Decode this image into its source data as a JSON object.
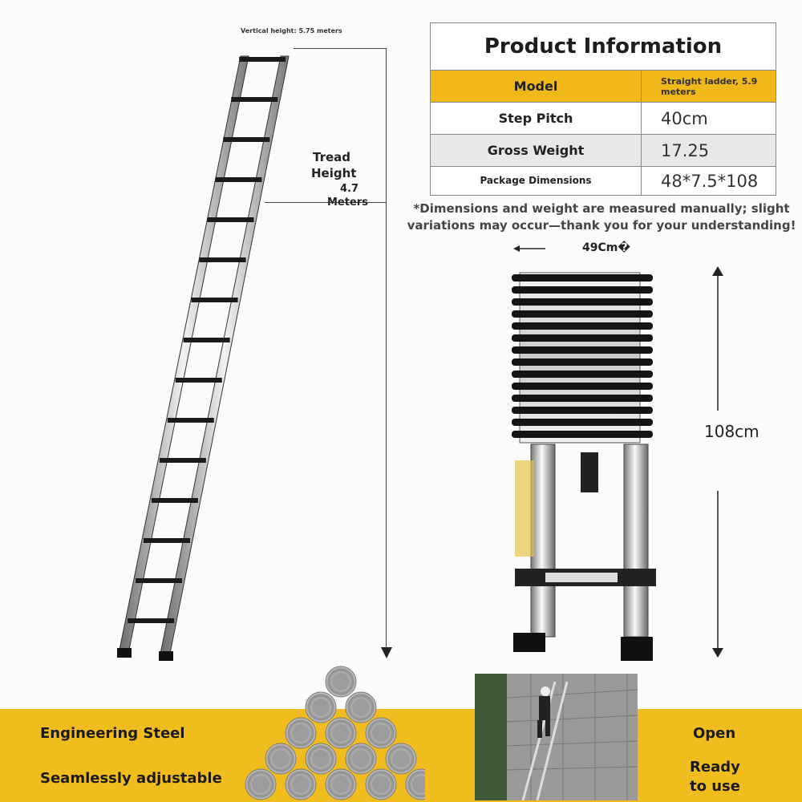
{
  "vertical_height_label": "Vertical height: 5.75 meters",
  "tread_height": {
    "line1": "Tread",
    "line2": "Height",
    "line3": "4.7",
    "line4": "Meters"
  },
  "product_info": {
    "title": "Product Information",
    "rows": [
      {
        "key": "Model",
        "value": "Straight ladder, 5.9 meters"
      },
      {
        "key": "Step Pitch",
        "value": "40cm"
      },
      {
        "key": "Gross Weight",
        "value": "17.25"
      },
      {
        "key": "Package Dimensions",
        "value": "48*7.5*108"
      }
    ]
  },
  "note": {
    "line1": "*Dimensions and weight are measured manually; slight",
    "line2": "variations may occur—thank you for your understanding!"
  },
  "folded_width_label": "49Cm�",
  "folded_height_label": "108cm",
  "features": {
    "left1": "Engineering Steel",
    "left2": "Seamlessly adjustable",
    "right1": "Open",
    "right2a": "Ready",
    "right2b": "to use"
  },
  "colors": {
    "accent_yellow": "#f1bd1e",
    "row_gray": "#e8e8e8"
  }
}
